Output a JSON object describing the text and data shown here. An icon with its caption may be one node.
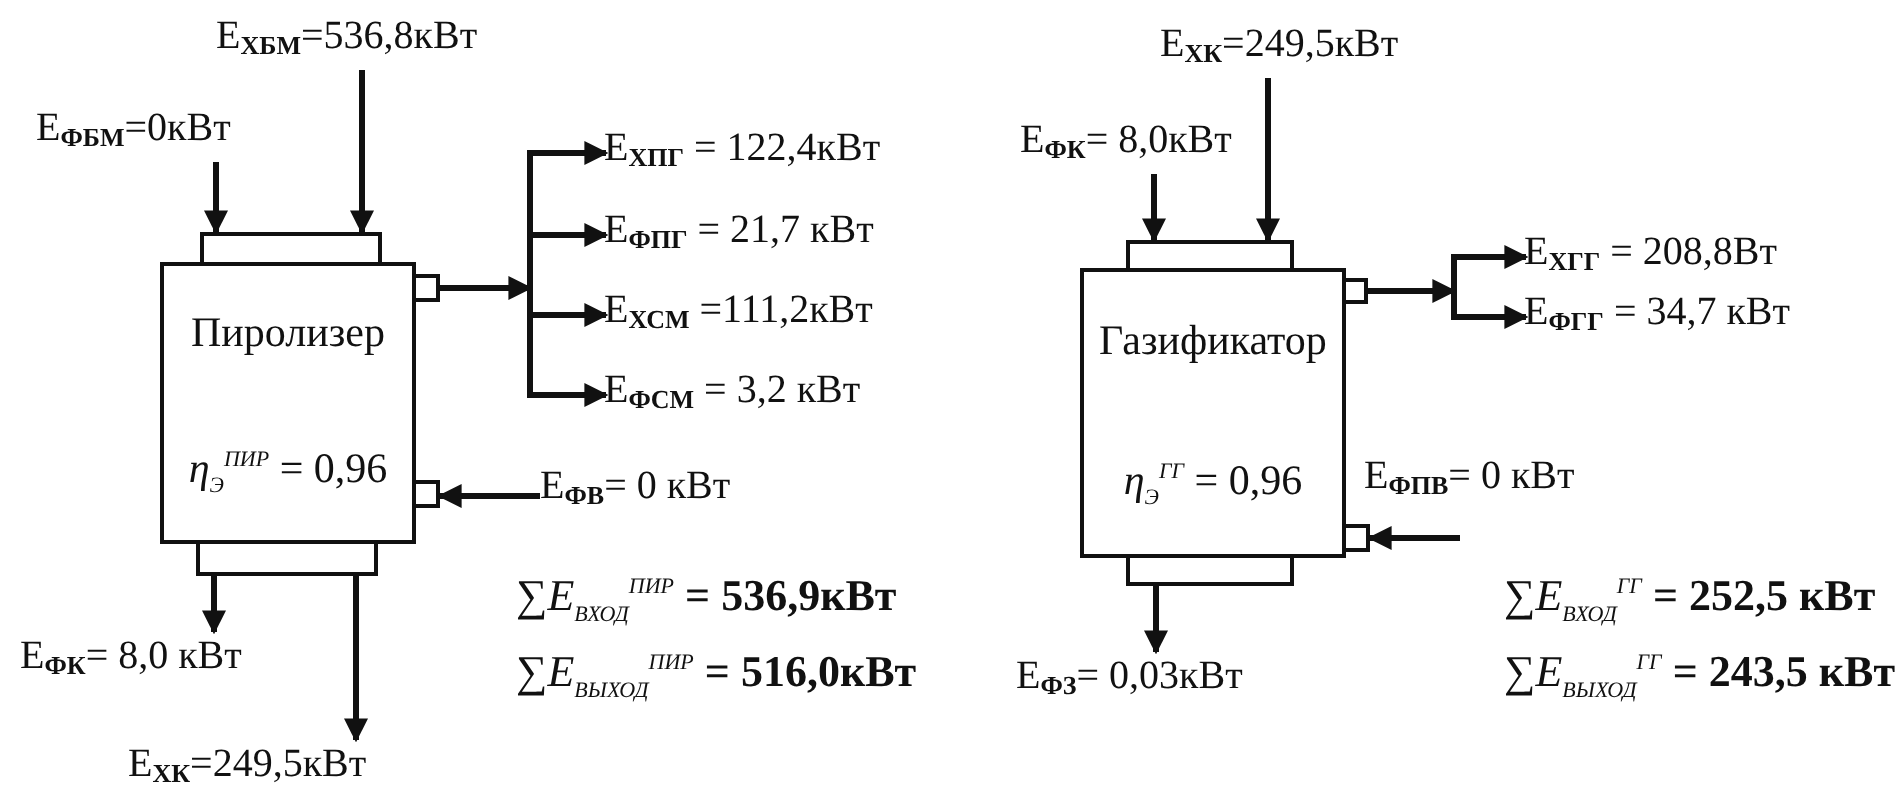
{
  "diagram": {
    "nodes": [
      {
        "text": [
          "Пиролизер",
          "*η*$_{Э}$$^{ПИР}$ = 0,96"
        ]
      },
      {
        "text": [],
        "shape": "bar"
      },
      {
        "text": [],
        "shape": "bar"
      },
      {
        "text": [],
        "shape": "box"
      },
      {
        "text": [],
        "shape": "box"
      },
      {
        "text": [
          "Е$_{ФБМ}$=0кВт"
        ]
      },
      {
        "text": [
          "Е$_{ХБМ}$=536,8кВт"
        ]
      },
      {
        "text": [
          "Е$_{ХПГ}$ = 122,4кВт"
        ]
      },
      {
        "text": [
          "Е$_{ФПГ}$ = 21,7 кВт"
        ]
      },
      {
        "text": [
          "Е$_{ХСМ}$ =111,2кВт"
        ]
      },
      {
        "text": [
          "Е$_{ФСМ}$ = 3,2 кВт"
        ]
      },
      {
        "text": [
          "Е$_{ФВ}$= 0 кВт"
        ]
      },
      {
        "text": [
          "Е$_{ФК}$= 8,0 кВт"
        ]
      },
      {
        "text": [
          "Е$_{ХК}$=249,5кВт"
        ]
      },
      {
        "text": [
          "Газификатор",
          "*η*$_{Э}$$^{ГГ}$ = 0,96"
        ]
      },
      {
        "text": [],
        "shape": "bar"
      },
      {
        "text": [],
        "shape": "bar"
      },
      {
        "text": [],
        "shape": "box"
      },
      {
        "text": [],
        "shape": "box"
      },
      {
        "text": [
          "Е$_{ХК}$=249,5кВт"
        ]
      },
      {
        "text": [
          "Е$_{ФК}$= 8,0кВт"
        ]
      },
      {
        "text": [
          "Е$_{ХГГ}$ = 208,8Вт"
        ]
      },
      {
        "text": [
          "Е$_{ФГГ}$ = 34,7 кВт"
        ]
      },
      {
        "text": [
          "Е$_{ФЗ}$= 0,03кВт"
        ]
      }
    ],
    "edges": [
      {
        "from": 5,
        "to": 1,
        "arrow": "to"
      },
      {
        "from": 6,
        "to": 1,
        "arrow": "to"
      },
      {
        "from": 3,
        "to": 7,
        "arrow": "to"
      },
      {
        "from": 3,
        "to": 8,
        "arrow": "to"
      },
      {
        "from": 3,
        "to": 9,
        "arrow": "to"
      },
      {
        "from": 3,
        "to": 10,
        "arrow": "to"
      },
      {
        "from": 11,
        "to": 4,
        "arrow": "to"
      },
      {
        "from": 2,
        "to": 12,
        "arrow": "to"
      },
      {
        "from": 2,
        "to": 13,
        "arrow": "to"
      },
      {
        "from": 20,
        "to": 15,
        "arrow": "to"
      },
      {
        "from": 19,
        "to": 15,
        "arrow": "to"
      },
      {
        "from": 17,
        "to": 21,
        "arrow": "to"
      },
      {
        "from": 17,
        "to": 22,
        "arrow": "to"
      },
      {
        "from": null,
        "to": 18,
        "arrow": "to"
      },
      {
        "from": 16,
        "to": 23,
        "arrow": "to"
      }
    ],
    "labels": [
      "∑*E*$_{ВХОД}$$^{ПИР}$ **= 536,9кВт**",
      "∑*E*$_{ВЫХОД}$$^{ПИР}$ **= 516,0кВт**",
      "Е$_{ФПВ}$= 0 кВт",
      "∑*E*$_{ВХОД}$$^{ГГ}$ **= 252,5 кВт**",
      "∑*E*$_{ВЫХОД}$$^{ГГ}$ **= 243,5 кВт**"
    ]
  }
}
